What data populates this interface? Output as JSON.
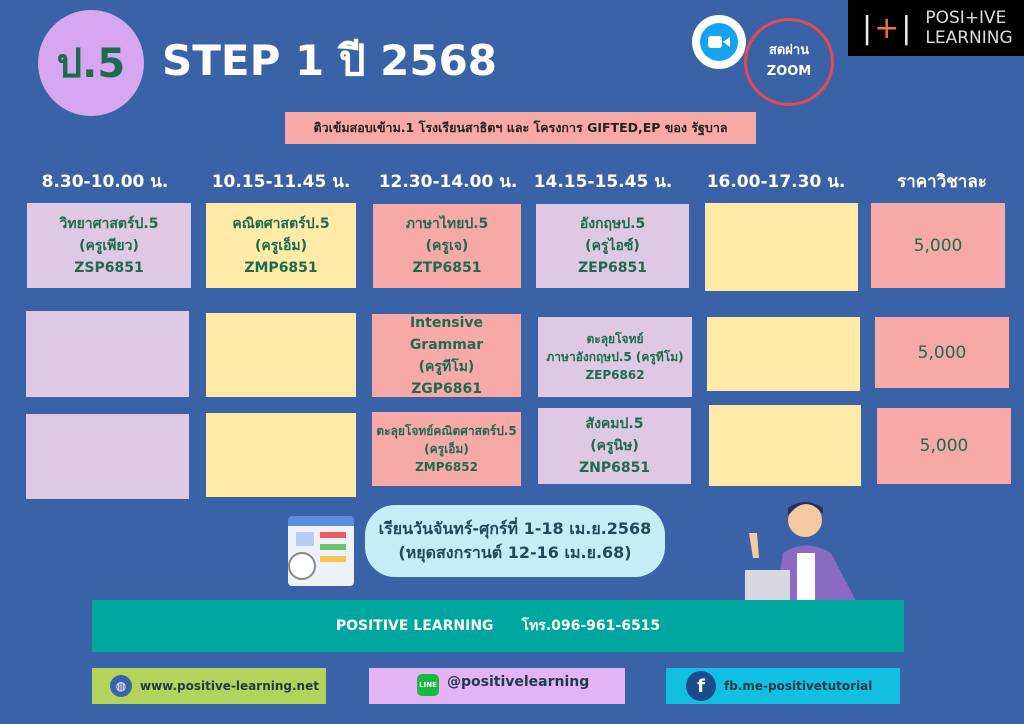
{
  "header": {
    "badge": "ป.5",
    "title": "STEP 1 ปี 2568",
    "subtitle": "ติวเข้มสอบเข้าม.1 โรงเรียนสาธิตฯ และ โครงการ GIFTED,EP ของ รัฐบาล",
    "live": [
      "สดผ่าน",
      "ZOOM"
    ],
    "logo_mark": "|+|",
    "logo_text": [
      "POSI+IVE",
      "LEARNING"
    ]
  },
  "columns": [
    "8.30-10.00 น.",
    "10.15-11.45  น.",
    "12.30-14.00 น.",
    "14.15-15.45 น.",
    "16.00-17.30 น.",
    "ราคาวิชาละ"
  ],
  "rows": [
    {
      "c1": [
        "วิทยาศาสตร์ป.5",
        "(ครูเพียว)",
        "ZSP6851"
      ],
      "c2": [
        "คณิตศาสตร์ป.5",
        "(ครูเอ็ม)",
        "ZMP6851"
      ],
      "c3": [
        "ภาษาไทยป.5",
        "(ครูเจ)",
        "ZTP6851"
      ],
      "c4": [
        "อังกฤษป.5",
        "(ครูไอซ์)",
        "ZEP6851"
      ],
      "price": "5,000"
    },
    {
      "c3": [
        "Intensive Grammar",
        "(ครูทีโม)",
        "ZGP6861"
      ],
      "c4": [
        "ตะลุยโจทย์",
        "ภาษาอังกฤษป.5 (ครูทีโม)",
        "ZEP6862"
      ],
      "price": "5,000"
    },
    {
      "c3": [
        "ตะลุยโจทย์คณิตศาสตร์ป.5",
        "(ครูเอ็ม)",
        "ZMP6852"
      ],
      "c4": [
        "สังคมป.5",
        "(ครูนิษ)",
        "ZNP6851"
      ],
      "price": "5,000"
    }
  ],
  "schedule": [
    "เรียนวันจันทร์-ศุกร์ที่ 1-18 เม.ย.2568",
    "(หยุดสงกรานต์ 12-16 เม.ย.68)"
  ],
  "contact": {
    "name": "POSITIVE LEARNING",
    "phone": "โทร.096-961-6515"
  },
  "footer": {
    "website": "www.positive-learning.net",
    "line": "@positivelearning",
    "facebook": "fb.me-positivetutorial"
  }
}
